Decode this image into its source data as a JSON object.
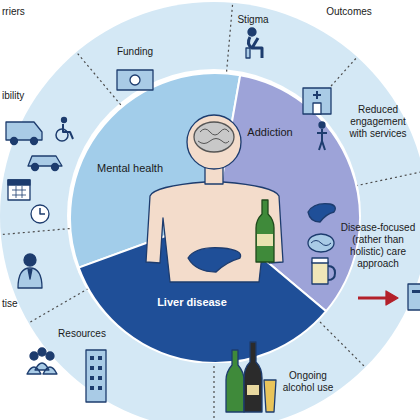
{
  "diagram": {
    "nodes": [
      {
        "text": [
          "Mental health"
        ]
      },
      {
        "text": [
          "Addiction"
        ]
      },
      {
        "text": [
          "Liver disease"
        ]
      }
    ],
    "labels": [
      "rriers",
      "Outcomes",
      "Funding",
      "Stigma",
      "Reduced engagement with services",
      "Disease-focused (rather than holistic) care approach",
      "Ongoing alcohol use",
      "Resources",
      "tise",
      "ibility"
    ]
  }
}
